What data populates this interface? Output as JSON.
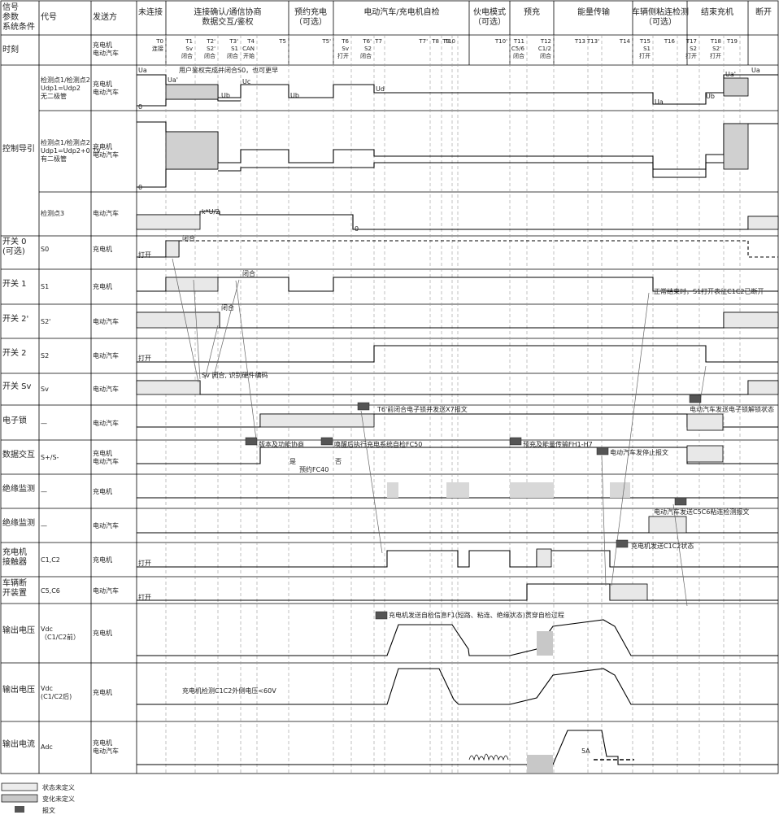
{
  "header": {
    "col_signal": [
      "信号",
      "参数",
      "系统条件"
    ],
    "col_code": "代号",
    "col_sender": "发送方",
    "time_row": "时刻",
    "sender_sub": [
      "充电机",
      "电动汽车"
    ]
  },
  "phases": [
    {
      "id": "p0",
      "lines": [
        "未连接"
      ]
    },
    {
      "id": "p1",
      "lines": [
        "连接确认/通信协商",
        "数据交互/鉴权"
      ]
    },
    {
      "id": "p2",
      "lines": [
        "预约充电",
        "（可选）"
      ]
    },
    {
      "id": "p3",
      "lines": [
        "电动汽车/充电机自检"
      ]
    },
    {
      "id": "p4",
      "lines": [
        "伙电模式",
        "（可选）"
      ]
    },
    {
      "id": "p5",
      "lines": [
        "预充"
      ]
    },
    {
      "id": "p6",
      "lines": [
        "能量传输"
      ]
    },
    {
      "id": "p7",
      "lines": [
        "车辆侧粘连检测",
        "（可选）"
      ]
    },
    {
      "id": "p8",
      "lines": [
        "结束充机"
      ]
    },
    {
      "id": "p9",
      "lines": [
        "断开"
      ]
    }
  ],
  "times": [
    {
      "id": "t0",
      "lines": [
        "T0",
        "连接"
      ]
    },
    {
      "id": "t1",
      "lines": [
        "T1",
        "Sv",
        "闭合"
      ]
    },
    {
      "id": "t2",
      "lines": [
        "T2'",
        "S2'",
        "闭合"
      ]
    },
    {
      "id": "t3",
      "lines": [
        "T3'",
        "S1",
        "闭合"
      ]
    },
    {
      "id": "t4",
      "lines": [
        "T4",
        "CAN",
        "开始"
      ]
    },
    {
      "id": "t5",
      "lines": [
        "T5"
      ]
    },
    {
      "id": "t5b",
      "lines": [
        "T5'"
      ]
    },
    {
      "id": "t6",
      "lines": [
        "T6",
        "Sv",
        "打开"
      ]
    },
    {
      "id": "t6b",
      "lines": [
        "T6'",
        "S2",
        "闭合"
      ]
    },
    {
      "id": "t7",
      "lines": [
        "T7"
      ]
    },
    {
      "id": "t7b",
      "lines": [
        "T7'"
      ]
    },
    {
      "id": "t8",
      "lines": [
        "T8"
      ]
    },
    {
      "id": "t9",
      "lines": [
        "T9"
      ]
    },
    {
      "id": "t10",
      "lines": [
        "T10"
      ]
    },
    {
      "id": "t10b",
      "lines": [
        "T10'"
      ]
    },
    {
      "id": "t11",
      "lines": [
        "T11",
        "C5/6",
        "闭合"
      ]
    },
    {
      "id": "t12",
      "lines": [
        "T12",
        "C1/2",
        "闭合"
      ]
    },
    {
      "id": "t13",
      "lines": [
        "T13"
      ]
    },
    {
      "id": "t13b",
      "lines": [
        "T13'"
      ]
    },
    {
      "id": "t14",
      "lines": [
        "T14"
      ]
    },
    {
      "id": "t15",
      "lines": [
        "T15",
        "S1",
        "打开"
      ]
    },
    {
      "id": "t16",
      "lines": [
        "T16"
      ]
    },
    {
      "id": "t17",
      "lines": [
        "T17",
        "S2",
        "打开"
      ]
    },
    {
      "id": "t18",
      "lines": [
        "T18",
        "S2'",
        "打开"
      ]
    },
    {
      "id": "t19",
      "lines": [
        "T19"
      ]
    }
  ],
  "rows": [
    {
      "id": "pilot1",
      "signal": [
        "控制导引"
      ],
      "code": [
        "检测点1/检测点2",
        "Udp1=Udp2",
        "无二极管"
      ],
      "sender": [
        "充电机",
        "电动汽车"
      ]
    },
    {
      "id": "pilot2",
      "signal": [],
      "code": [
        "检测点1/检测点2",
        "Udp1=Udp2+0.7V",
        "有二极管"
      ],
      "sender": [
        "充电机",
        "电动汽车"
      ]
    },
    {
      "id": "pilot3",
      "signal": [],
      "code": [
        "检测点3"
      ],
      "sender": [
        "电动汽车"
      ]
    },
    {
      "id": "s0",
      "signal": [
        "开关 0",
        "(可选)"
      ],
      "code": [
        "S0"
      ],
      "sender": [
        "充电机"
      ]
    },
    {
      "id": "s1",
      "signal": [
        "开关 1"
      ],
      "code": [
        "S1"
      ],
      "sender": [
        "充电机"
      ]
    },
    {
      "id": "s2p",
      "signal": [
        "开关 2'"
      ],
      "code": [
        "S2'"
      ],
      "sender": [
        "电动汽车"
      ]
    },
    {
      "id": "s2",
      "signal": [
        "开关 2"
      ],
      "code": [
        "S2"
      ],
      "sender": [
        "电动汽车"
      ]
    },
    {
      "id": "sv",
      "signal": [
        "开关 Sv"
      ],
      "code": [
        "Sv"
      ],
      "sender": [
        "电动汽车"
      ]
    },
    {
      "id": "lock",
      "signal": [
        "电子锁"
      ],
      "code": [
        "—"
      ],
      "sender": [
        "电动汽车"
      ]
    },
    {
      "id": "data",
      "signal": [
        "数据交互"
      ],
      "code": [
        "S+/S-"
      ],
      "sender": [
        "充电机",
        "电动汽车"
      ]
    },
    {
      "id": "ins1",
      "signal": [
        "绝缘监测"
      ],
      "code": [
        "—"
      ],
      "sender": [
        "充电机"
      ]
    },
    {
      "id": "ins2",
      "signal": [
        "绝缘监测"
      ],
      "code": [
        "—"
      ],
      "sender": [
        "电动汽车"
      ]
    },
    {
      "id": "c12",
      "signal": [
        "充电机",
        "接触器"
      ],
      "code": [
        "C1,C2"
      ],
      "sender": [
        "充电机"
      ]
    },
    {
      "id": "c56",
      "signal": [
        "车辆断",
        "开装置"
      ],
      "code": [
        "C5,C6"
      ],
      "sender": [
        "电动汽车"
      ]
    },
    {
      "id": "vdc1",
      "signal": [
        "输出电压"
      ],
      "code": [
        "Vdc",
        "（C1/C2前）"
      ],
      "sender": [
        "充电机"
      ]
    },
    {
      "id": "vdc2",
      "signal": [
        "输出电压"
      ],
      "code": [
        "Vdc",
        "(C1/C2后)"
      ],
      "sender": [
        "充电机"
      ]
    },
    {
      "id": "adc",
      "signal": [
        "输出电流"
      ],
      "code": [
        "Adc"
      ],
      "sender": [
        "充电机",
        "电动汽车"
      ]
    }
  ],
  "annotations": {
    "ua1": "Ua",
    "ua2": "Ua'",
    "ub1": "Ub",
    "uc1": "Uc",
    "ub2": "Ub",
    "ud1": "Ud",
    "ua3": "Ua",
    "ub3": "Ub",
    "ua4": "Ua'",
    "ua5": "Ua",
    "zero1": "0",
    "zero2": "0",
    "zero3": "0",
    "user_auth": "用户鉴权完成并闭合S0，也可更早",
    "k_u2": "k*U/2",
    "s0_close": "闭合",
    "s0_open": "打开",
    "s1_close": "闭合",
    "s1_note": "正常结束时，S1打开表征C1C2已断开",
    "s2p_close": "闭合",
    "s2_open": "打开",
    "sv_note": "Sv 闭合, 识别硬件编码",
    "lock_msg1": "T6'前闭合电子锁并发送X7报文",
    "lock_msg2": "电动汽车发送电子锁解锁状态",
    "data_msg1": "版本及功能协商",
    "data_msg2": "唤醒后执行充电系统自检FC50",
    "data_msg3": "预充及能量传输FH1-H7",
    "data_msg4": "电动汽车发停止报文",
    "data_yes": "是",
    "data_no": "否",
    "data_fc40": "预约FC40",
    "ins2_msg": "电动汽车发送C5C6粘连检测报文",
    "c12_open": "打开",
    "c12_msg": "充电机发送C1C2状态",
    "c56_open": "打开",
    "vdc1_msg": "充电机发送自检信息F1(短路、粘连、绝缘状态)贯穿自检过程",
    "vdc2_msg": "充电机检测C1C2外侧电压<60V",
    "adc_5a": "5A"
  },
  "legend": [
    {
      "id": "undef_state",
      "label": "状态未定义"
    },
    {
      "id": "undef_change",
      "label": "变化未定义"
    },
    {
      "id": "message",
      "label": "报文"
    }
  ],
  "colors": {
    "line": "#000000",
    "grid": "#888888",
    "fill_light": "#e6e6e6",
    "fill_mid": "#c8c8c8",
    "msg_icon": "#555555"
  }
}
